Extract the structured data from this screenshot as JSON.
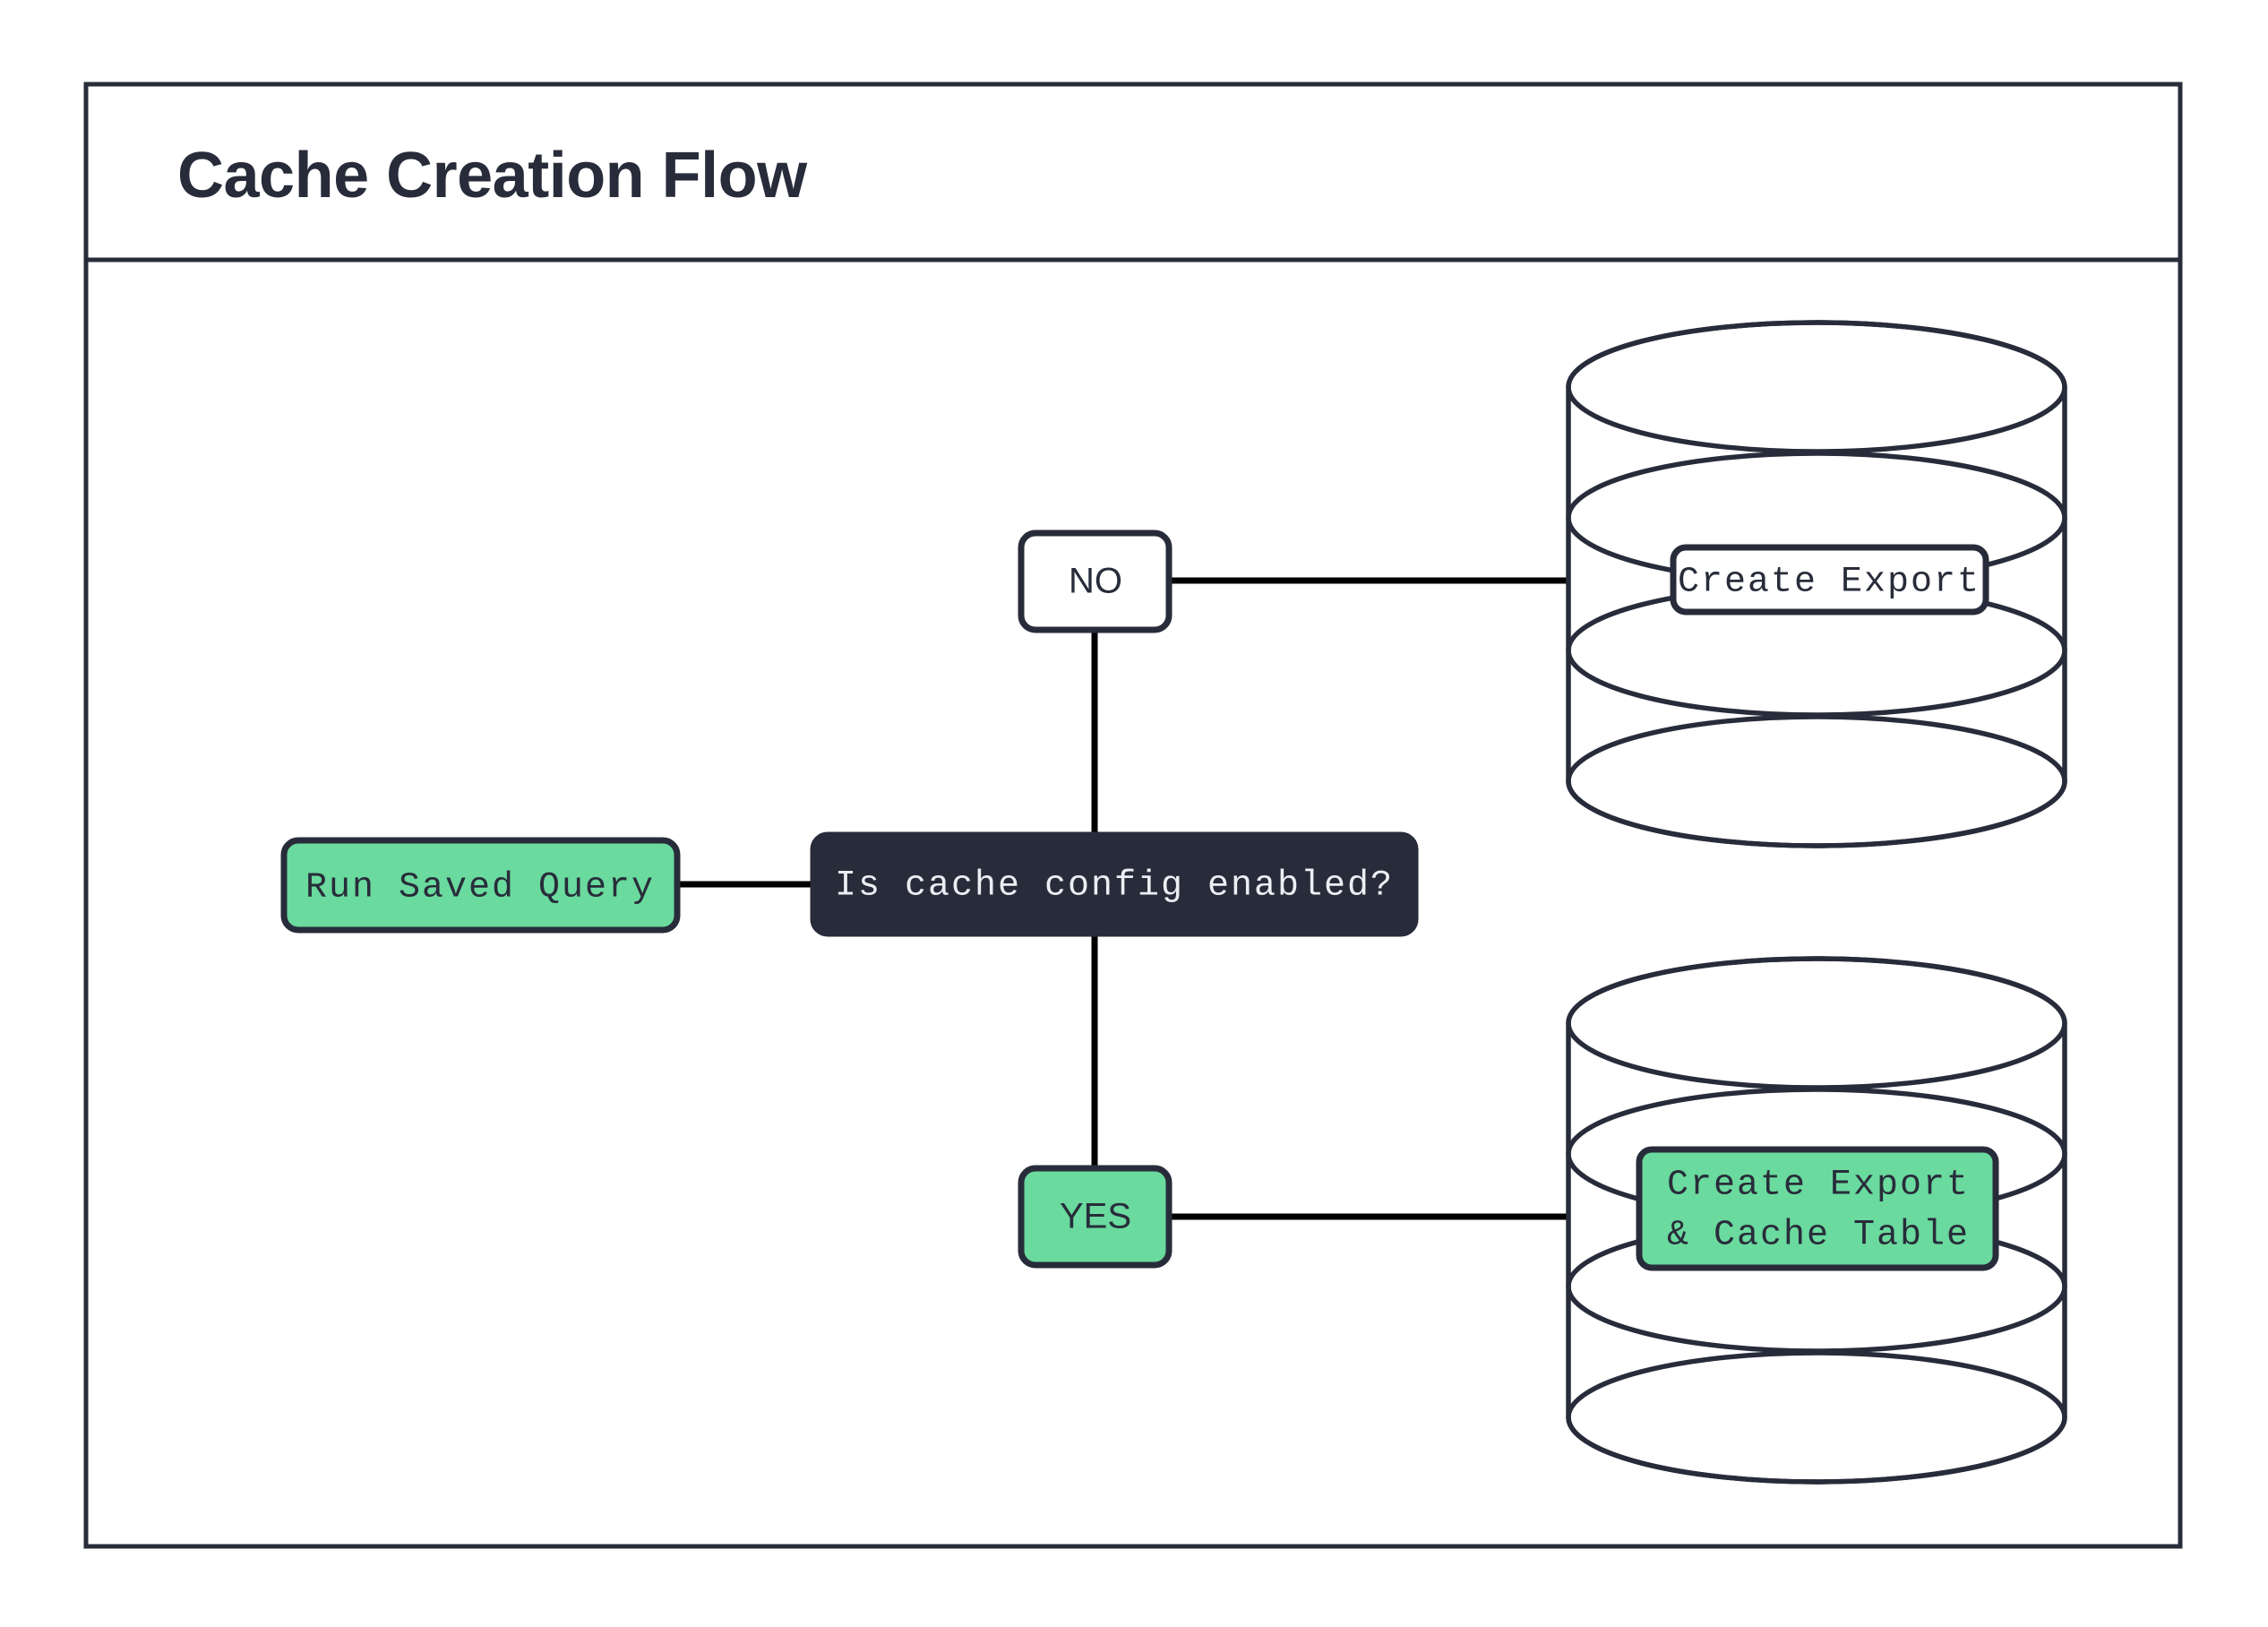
{
  "frame": {
    "title": "Cache Creation Flow",
    "border_color": "#282c3a",
    "background": "#ffffff"
  },
  "palette": {
    "dark_navy": "#282c3a",
    "dark_node_fill": "#272b3a",
    "green": "#6ada9e",
    "white": "#ffffff",
    "text_on_dark": "#eceef3",
    "connector": "#000000"
  },
  "diagram": {
    "type": "flowchart",
    "nodes": [
      {
        "id": "run-saved-query",
        "label": "Run Saved Query",
        "shape": "rounded-rect",
        "fill": "#6ada9e",
        "text_style": "monospace"
      },
      {
        "id": "is-cache-config-enabled",
        "label": "Is cache config enabled?",
        "shape": "rounded-rect",
        "fill": "#272b3a",
        "text_style": "monospace"
      },
      {
        "id": "branch-no",
        "label": "NO",
        "shape": "rounded-rect",
        "fill": "#ffffff",
        "text_style": "sans-serif"
      },
      {
        "id": "branch-yes",
        "label": "YES",
        "shape": "rounded-rect",
        "fill": "#6ada9e",
        "text_style": "sans-serif"
      },
      {
        "id": "create-export",
        "label": "Create Export",
        "shape": "database-cylinder",
        "fill": "#ffffff",
        "text_style": "monospace"
      },
      {
        "id": "create-export-and-cache-table",
        "label_line1": "Create Export",
        "label_line2": "& Cache Table",
        "shape": "database-cylinder",
        "fill": "#6ada9e",
        "text_style": "monospace"
      }
    ],
    "edges": [
      {
        "from": "run-saved-query",
        "to": "is-cache-config-enabled",
        "label": ""
      },
      {
        "from": "is-cache-config-enabled",
        "to": "branch-no",
        "label": ""
      },
      {
        "from": "branch-no",
        "to": "create-export",
        "label": ""
      },
      {
        "from": "is-cache-config-enabled",
        "to": "branch-yes",
        "label": ""
      },
      {
        "from": "branch-yes",
        "to": "create-export-and-cache-table",
        "label": ""
      }
    ]
  }
}
